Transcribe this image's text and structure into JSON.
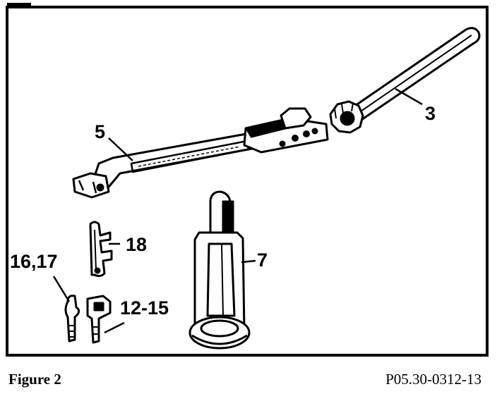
{
  "figure": {
    "caption": "Figure 2",
    "reference_code": "P05.30-0312-13"
  },
  "callouts": {
    "part_3": "3",
    "part_5": "5",
    "part_7": "7",
    "part_18": "18",
    "part_16_17": "16,17",
    "part_12_15": "12-15"
  }
}
